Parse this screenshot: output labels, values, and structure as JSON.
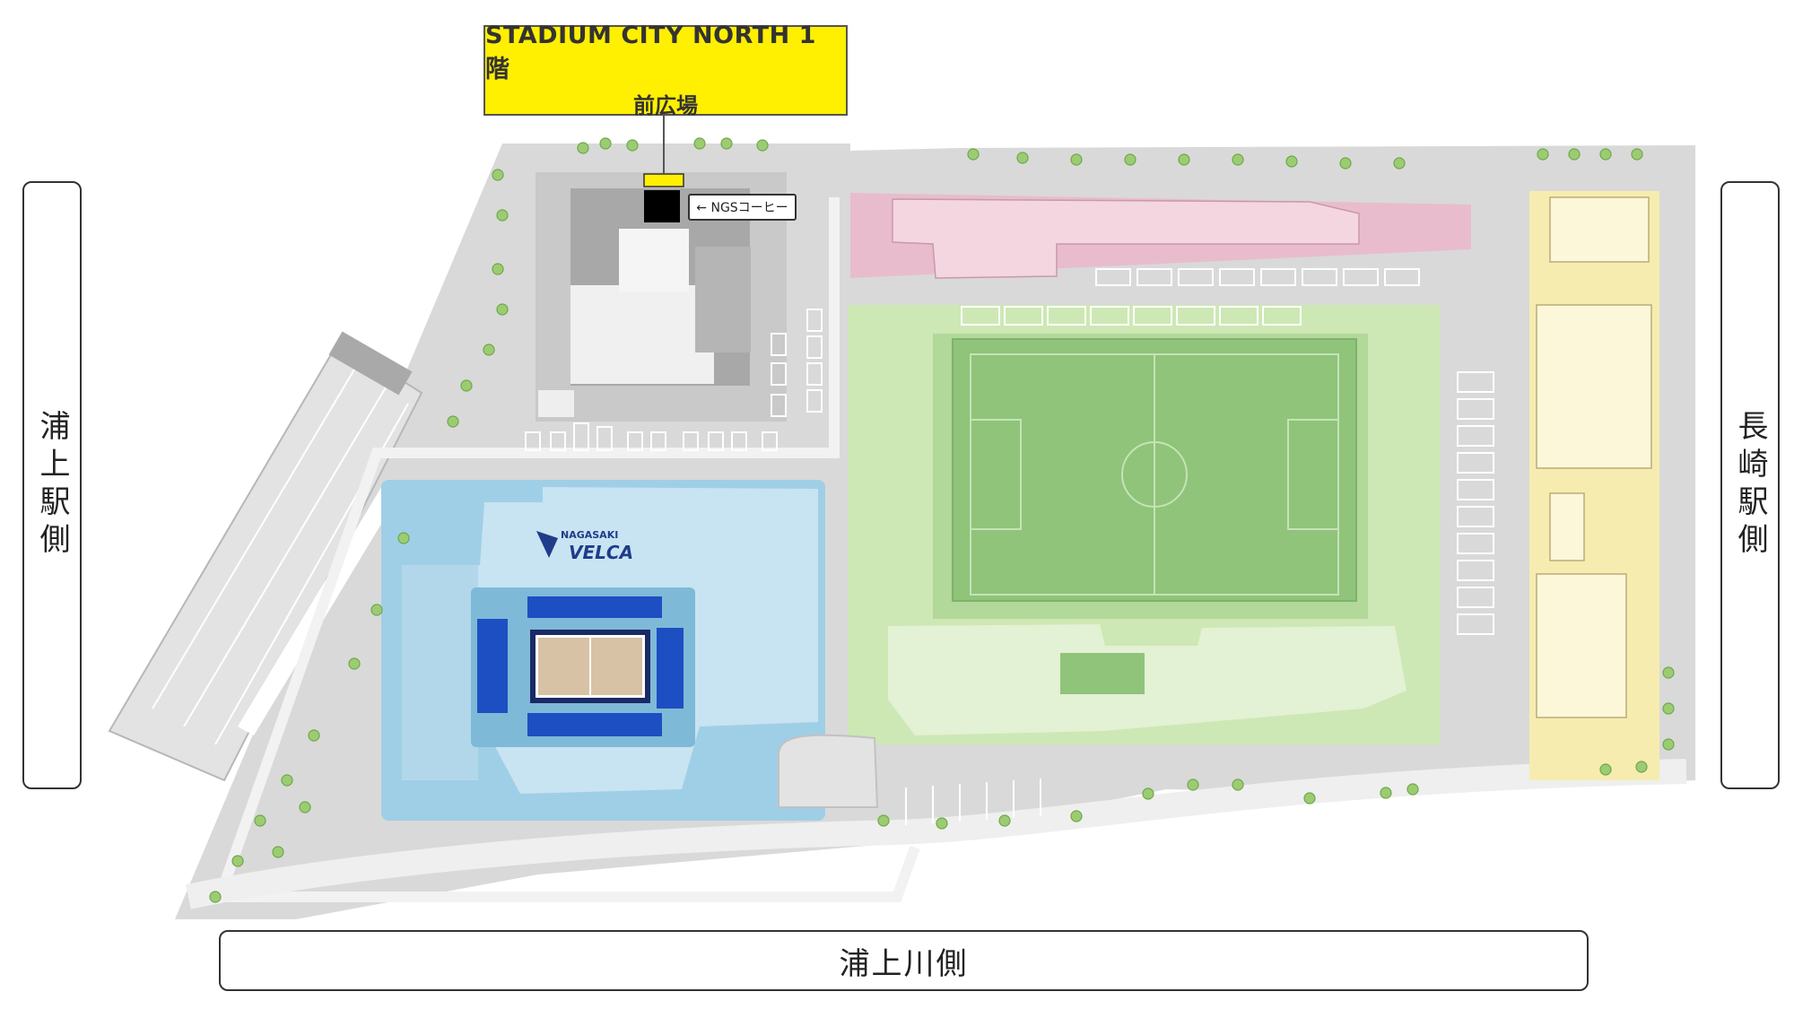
{
  "callout": {
    "title": "STADIUM CITY NORTH 1 階",
    "subtitle": "前広場"
  },
  "store_tag": "← NGSコーヒー",
  "directions": {
    "left": "浦上駅側",
    "right": "長崎駅側",
    "bottom": "浦上川側"
  },
  "arena_logo": {
    "line1": "NAGASAKI",
    "line2": "VELCA"
  },
  "colors": {
    "highlight": "#ffef00",
    "store_marker": "#000000",
    "arena_zone": "#9fcfe6",
    "stadium_zone": "#cde8b4",
    "pitch": "#8fc47a",
    "hotel_zone": "#e8bccd",
    "office_zone": "#f7ecb0",
    "site_ground": "#d9d9d9"
  }
}
